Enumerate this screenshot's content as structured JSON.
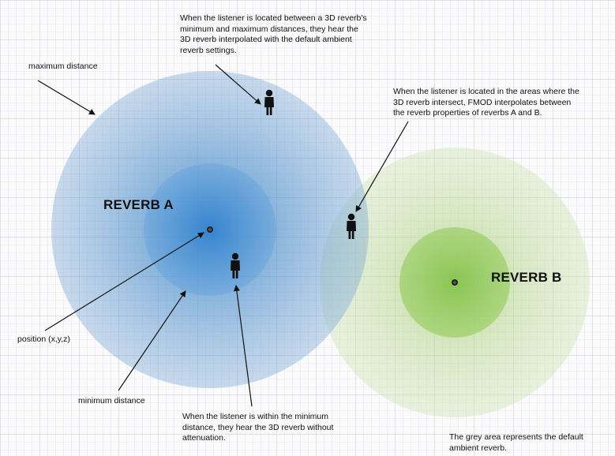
{
  "labels": {
    "maximum_distance": "maximum distance",
    "position": "position (x,y,z)",
    "minimum_distance": "minimum distance",
    "reverb_a": "REVERB A",
    "reverb_b": "REVERB B"
  },
  "notes": {
    "between_min_max": [
      "When the listener is located between a 3D reverb's",
      "minimum and maximum distances, they hear the",
      "3D reverb interpolated with the default ambient",
      "reverb settings."
    ],
    "intersect": [
      "When the listener is located in the areas where the",
      "3D reverb intersect, FMOD interpolates between",
      "the reverb properties of reverbs A and B."
    ],
    "within_min": [
      "When the listener is within the minimum",
      "distance, they hear the 3D reverb without",
      "attenuation."
    ],
    "grey_area": [
      "The grey area represents the default",
      "ambient reverb."
    ]
  },
  "colors": {
    "reverb_a": "#3d86c8",
    "reverb_b": "#8cc850",
    "grid": "#c9cfdc",
    "arrow": "#111111"
  },
  "icons": [
    "listener-icon",
    "listener-icon",
    "listener-icon",
    "arrow-icon"
  ]
}
